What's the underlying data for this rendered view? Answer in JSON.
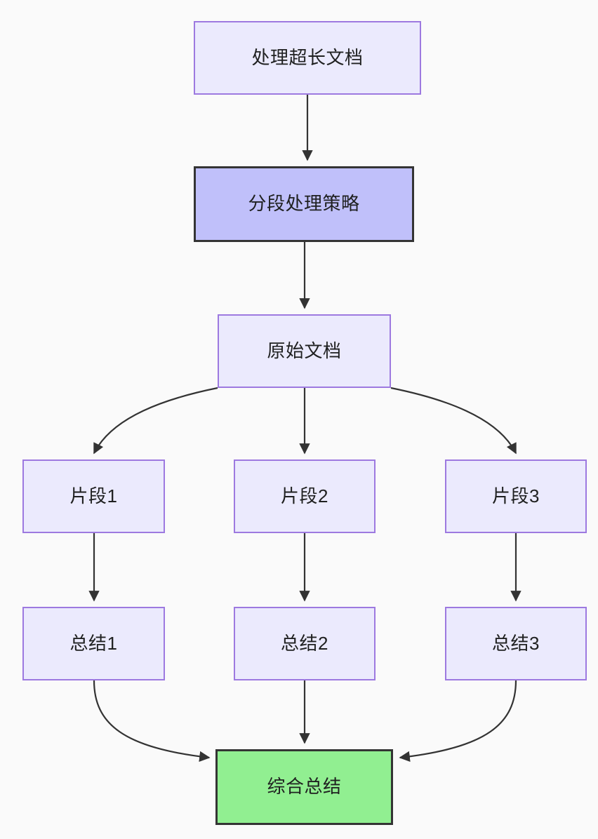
{
  "diagram": {
    "type": "flowchart",
    "direction": "top-to-bottom",
    "background_color": "#fafafa",
    "edge_color": "#333333",
    "nodes": [
      {
        "id": "root",
        "label": "处理超长文档",
        "style": "light",
        "fill": "#ebeafd",
        "border": "#9d79e0"
      },
      {
        "id": "strategy",
        "label": "分段处理策略",
        "style": "strong",
        "fill": "#c0c0fa",
        "border": "#343434"
      },
      {
        "id": "source",
        "label": "原始文档",
        "style": "light",
        "fill": "#ebeafd",
        "border": "#9d79e0"
      },
      {
        "id": "chunk1",
        "label": "片段1",
        "style": "light",
        "fill": "#ebeafd",
        "border": "#9d79e0"
      },
      {
        "id": "chunk2",
        "label": "片段2",
        "style": "light",
        "fill": "#ebeafd",
        "border": "#9d79e0"
      },
      {
        "id": "chunk3",
        "label": "片段3",
        "style": "light",
        "fill": "#ebeafd",
        "border": "#9d79e0"
      },
      {
        "id": "sum1",
        "label": "总结1",
        "style": "light",
        "fill": "#ebeafd",
        "border": "#9d79e0"
      },
      {
        "id": "sum2",
        "label": "总结2",
        "style": "light",
        "fill": "#ebeafd",
        "border": "#9d79e0"
      },
      {
        "id": "sum3",
        "label": "总结3",
        "style": "light",
        "fill": "#ebeafd",
        "border": "#9d79e0"
      },
      {
        "id": "final",
        "label": "综合总结",
        "style": "final",
        "fill": "#91ef91",
        "border": "#343434"
      }
    ],
    "edges": [
      {
        "from": "root",
        "to": "strategy",
        "shape": "straight"
      },
      {
        "from": "strategy",
        "to": "source",
        "shape": "straight"
      },
      {
        "from": "source",
        "to": "chunk1",
        "shape": "curve-left"
      },
      {
        "from": "source",
        "to": "chunk2",
        "shape": "straight"
      },
      {
        "from": "source",
        "to": "chunk3",
        "shape": "curve-right"
      },
      {
        "from": "chunk1",
        "to": "sum1",
        "shape": "straight"
      },
      {
        "from": "chunk2",
        "to": "sum2",
        "shape": "straight"
      },
      {
        "from": "chunk3",
        "to": "sum3",
        "shape": "straight"
      },
      {
        "from": "sum1",
        "to": "final",
        "shape": "curve-right"
      },
      {
        "from": "sum2",
        "to": "final",
        "shape": "straight"
      },
      {
        "from": "sum3",
        "to": "final",
        "shape": "curve-left"
      }
    ]
  }
}
